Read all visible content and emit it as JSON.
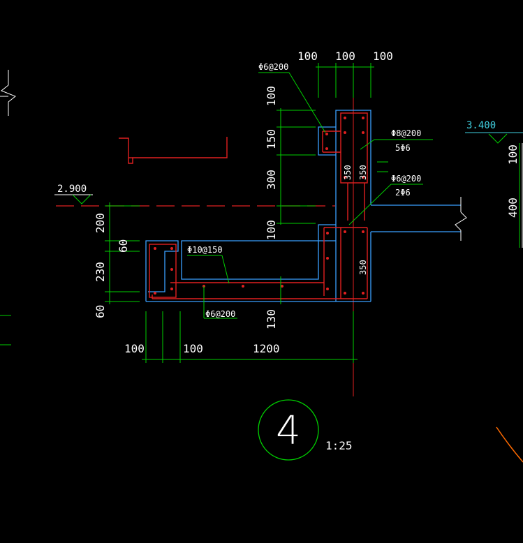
{
  "colors": {
    "background": "#000000",
    "dimension": "#00d000",
    "outline": "#3aa0ff",
    "rebar": "#e02020",
    "text": "#ffffff",
    "level_cyan": "#40d0e0",
    "arc": "#ff6a00"
  },
  "dims": {
    "top_w1": "100",
    "top_w2": "100",
    "top_w3": "100",
    "left_v1": "100",
    "left_v2": "150",
    "left_v3": "300",
    "left_v4": "100",
    "far_v1": "200",
    "far_v2": "60",
    "far_v3": "230",
    "far_v4": "60",
    "mid_v": "130",
    "bot_1": "100",
    "bot_2": "100",
    "bot_3": "1200",
    "right_v1": "100",
    "right_v2": "400"
  },
  "notes": {
    "stirrup_top": "Φ6@200",
    "main_bar_top": "Φ8@200",
    "main_bar_top_count": "5Φ6",
    "bar_350_a": "350",
    "bar_350_b": "350",
    "bar_350_c": "350",
    "stirrup_mid": "Φ6@200",
    "stirrup_mid_count": "2Φ6",
    "slab_bar": "Φ10@150",
    "slab_dist": "Φ6@200"
  },
  "levels": {
    "left": "2.900",
    "right": "3.400"
  },
  "title": {
    "number": "4",
    "scale": "1:25"
  }
}
